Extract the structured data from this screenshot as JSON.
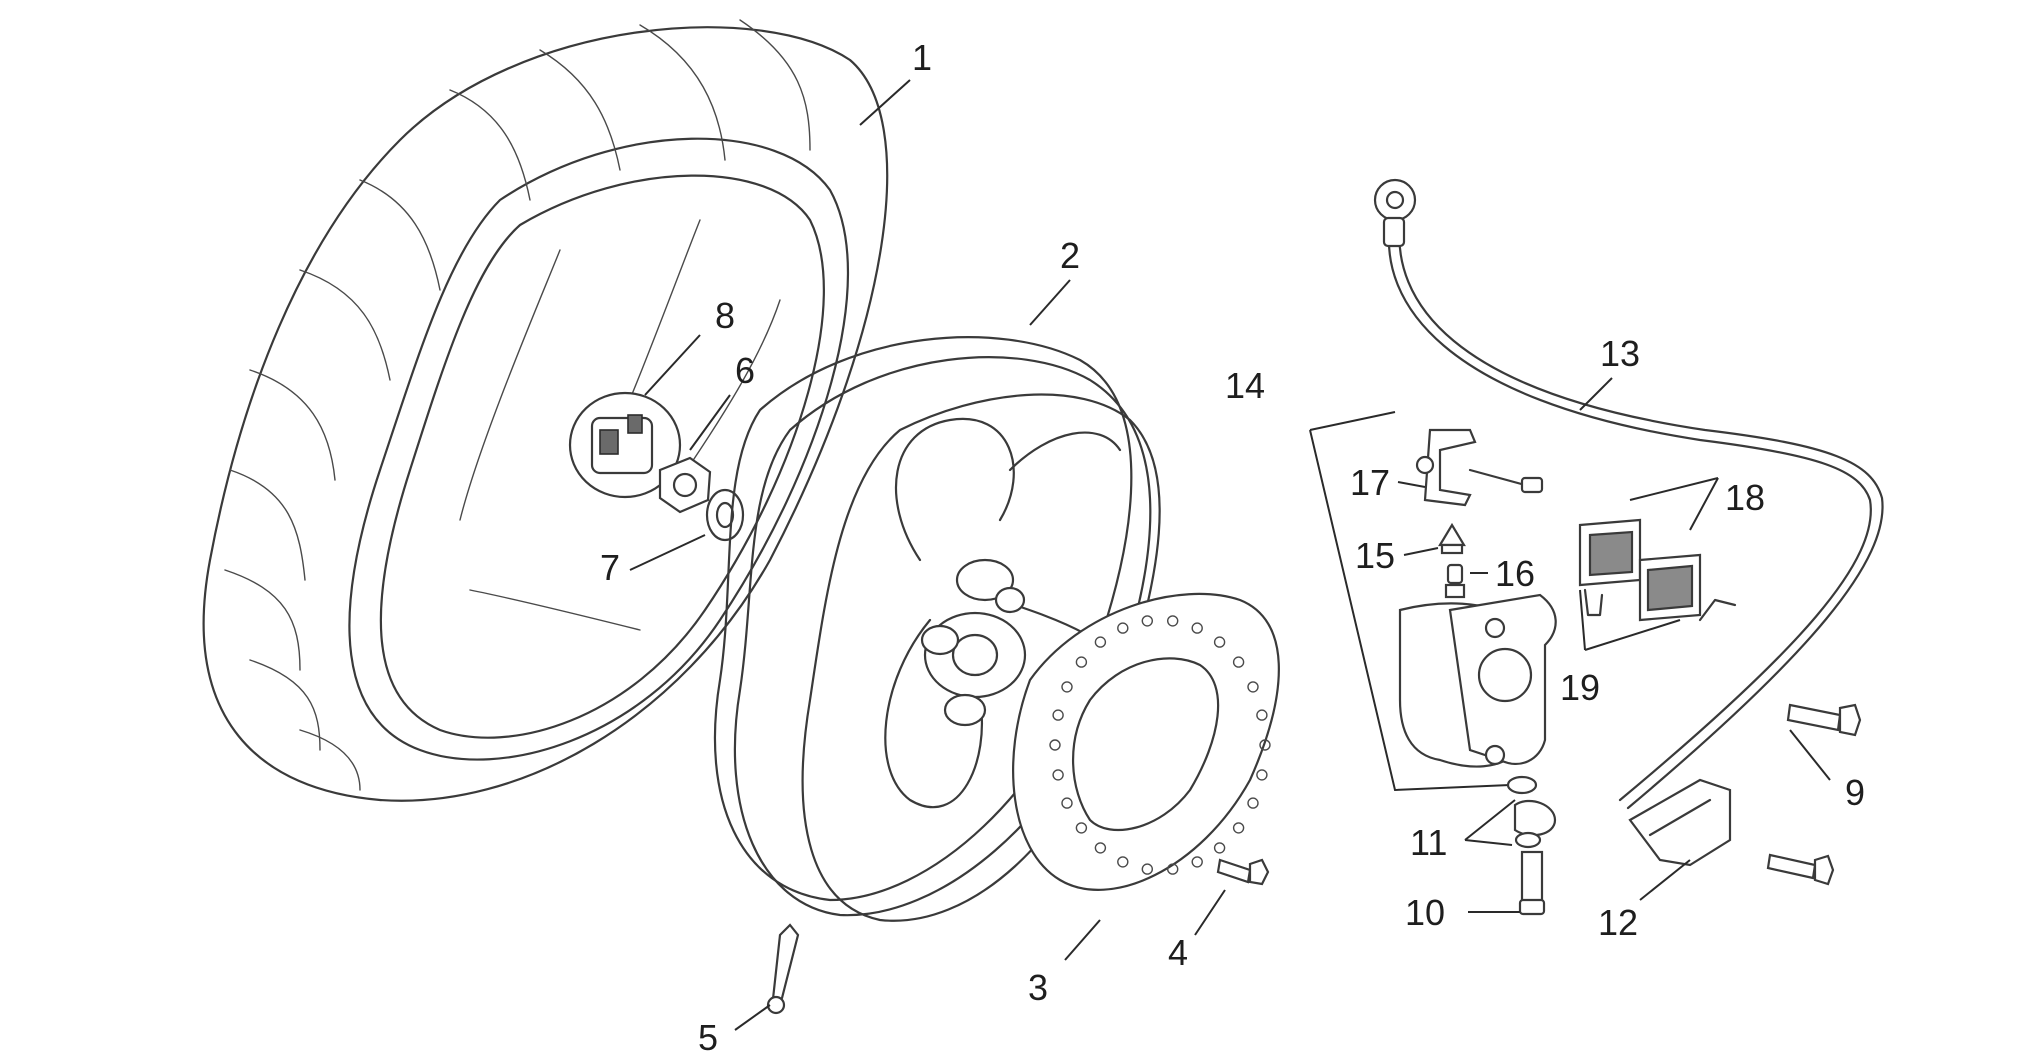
{
  "callouts": [
    {
      "label": "1"
    },
    {
      "label": "2"
    },
    {
      "label": "3"
    },
    {
      "label": "4"
    },
    {
      "label": "5"
    },
    {
      "label": "6"
    },
    {
      "label": "7"
    },
    {
      "label": "8"
    },
    {
      "label": "9"
    },
    {
      "label": "10"
    },
    {
      "label": "11"
    },
    {
      "label": "12"
    },
    {
      "label": "13"
    },
    {
      "label": "14"
    },
    {
      "label": "15"
    },
    {
      "label": "16"
    },
    {
      "label": "17"
    },
    {
      "label": "18"
    },
    {
      "label": "19"
    }
  ],
  "colors": {
    "line": "#3a3a3a",
    "text": "#1e1e1e",
    "background": "#ffffff"
  }
}
